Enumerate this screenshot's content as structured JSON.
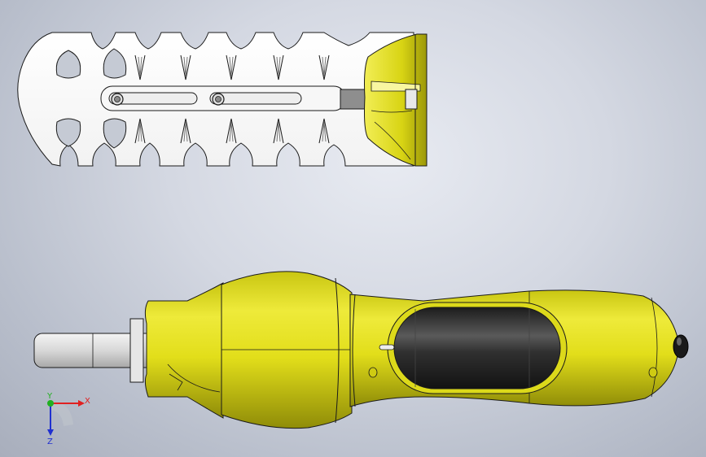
{
  "viewport": {
    "background_top": "#e8ebf2",
    "background_bottom": "#a8aebc"
  },
  "model": {
    "part_color_yellow": "#e4e01c",
    "part_color_blade": "#ffffff",
    "part_color_grip": "#2a2a2a",
    "edge_color": "#1a1a1a"
  },
  "triad": {
    "x_label": "X",
    "y_label": "Y",
    "z_label": "Z",
    "x_color": "#e02020",
    "y_color": "#20b020",
    "z_color": "#2030d0"
  }
}
